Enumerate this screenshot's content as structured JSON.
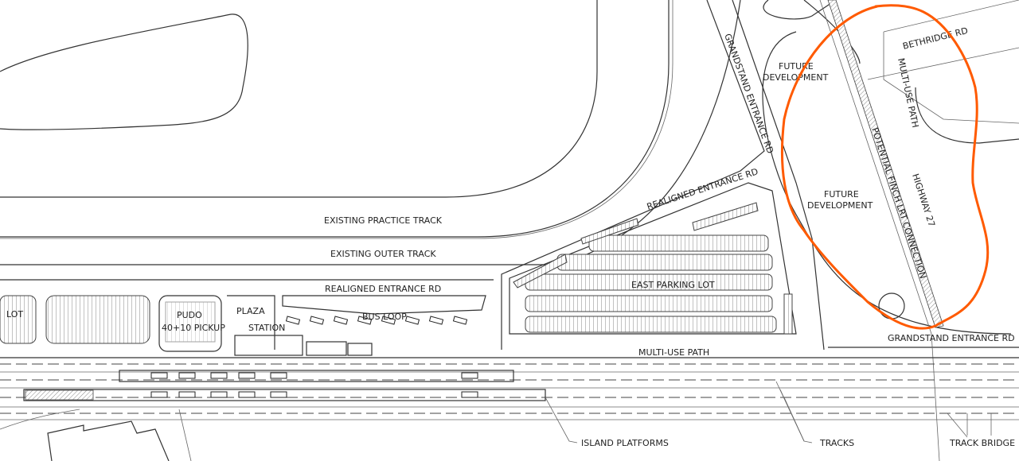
{
  "labels": {
    "practice_track": "EXISTING PRACTICE TRACK",
    "outer_track": "EXISTING OUTER TRACK",
    "realigned_entrance_rd_1": "REALIGNED ENTRANCE RD",
    "realigned_entrance_rd_2": "REALIGNED ENTRANCE RD",
    "west_lot": "LOT",
    "pudo_1": "PUDO",
    "pudo_2": "40+10 PICKUP",
    "plaza": "PLAZA",
    "station": "STATION",
    "bus_loop": "BUS LOOP",
    "east_parking_lot": "EAST PARKING LOT",
    "multi_use_path": "MULTI-USE PATH",
    "multi_use_path_2": "MULTI-USE PATH",
    "grandstand_rd_1": "GRANDSTAND ENTRANCE RD",
    "grandstand_rd_2": "GRANDSTAND ENTRANCE RD",
    "future_dev_1a": "FUTURE",
    "future_dev_1b": "DEVELOPMENT",
    "future_dev_2a": "FUTURE",
    "future_dev_2b": "DEVELOPMENT",
    "bethridge_rd": "BETHRIDGE RD",
    "finch_lrt": "POTENTIAL FINCH LRT CONNECTION",
    "highway_27": "HIGHWAY 27",
    "island_platforms": "ISLAND PLATFORMS",
    "tracks": "TRACKS",
    "track_bridge": "TRACK BRIDGE"
  },
  "colors": {
    "annotation": "#ff5a00",
    "linework": "#333333"
  }
}
